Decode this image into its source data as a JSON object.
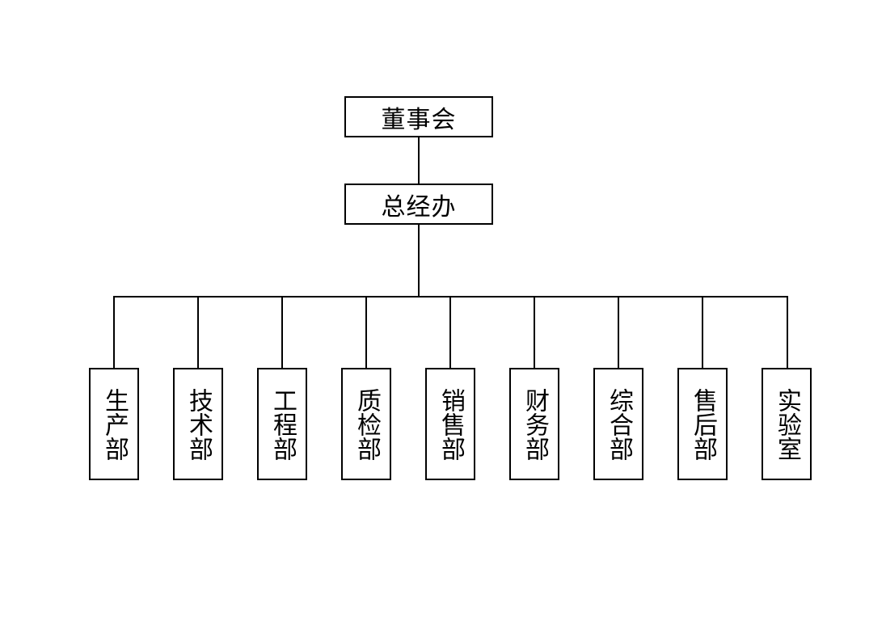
{
  "org": {
    "board": "董事会",
    "general_office": "总经办",
    "departments": [
      "生产部",
      "技术部",
      "工程部",
      "质检部",
      "销售部",
      "财务部",
      "综合部",
      "售后部",
      "实验室"
    ]
  }
}
